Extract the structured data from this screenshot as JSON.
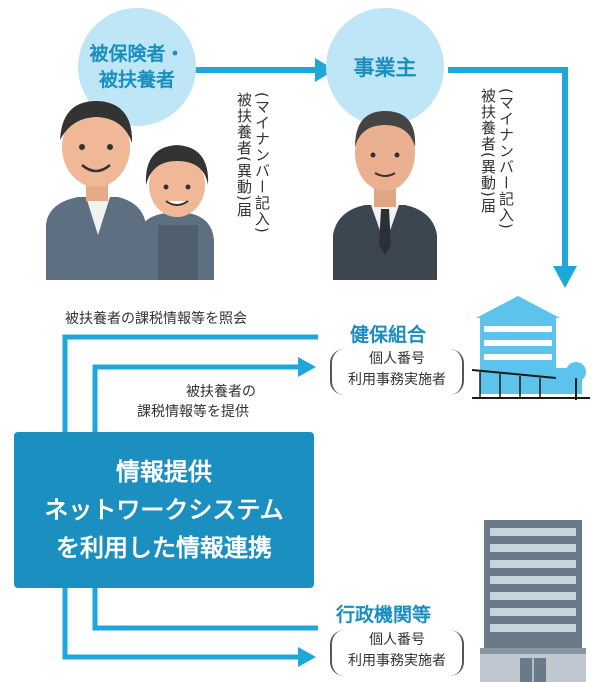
{
  "nodes": {
    "insured": {
      "line1": "被保険者・",
      "line2": "被扶養者"
    },
    "employer": {
      "label": "事業主"
    },
    "kenpo": {
      "label": "健保組合",
      "sub1": "個人番号",
      "sub2": "利用事務実施者"
    },
    "gyosei": {
      "label": "行政機関等",
      "sub1": "個人番号",
      "sub2": "利用事務実施者"
    },
    "network": {
      "line1": "情報提供",
      "line2": "ネットワークシステム",
      "line3": "を利用した情報連携"
    }
  },
  "edges": {
    "form1_main": "被扶養者(異動)届",
    "form1_sub": "(マイナンバー記入)",
    "form2_main": "被扶養者(異動)届",
    "form2_sub": "(マイナンバー記入)",
    "inquiry": "被扶養者の課税情報等を照会",
    "provide1": "被扶養者の",
    "provide2": "課税情報等を提供"
  },
  "colors": {
    "arrow": "#1ea7d8",
    "box": "#1b8fbf",
    "circle": "#bfe6f6",
    "building": "#5bc3ec"
  }
}
